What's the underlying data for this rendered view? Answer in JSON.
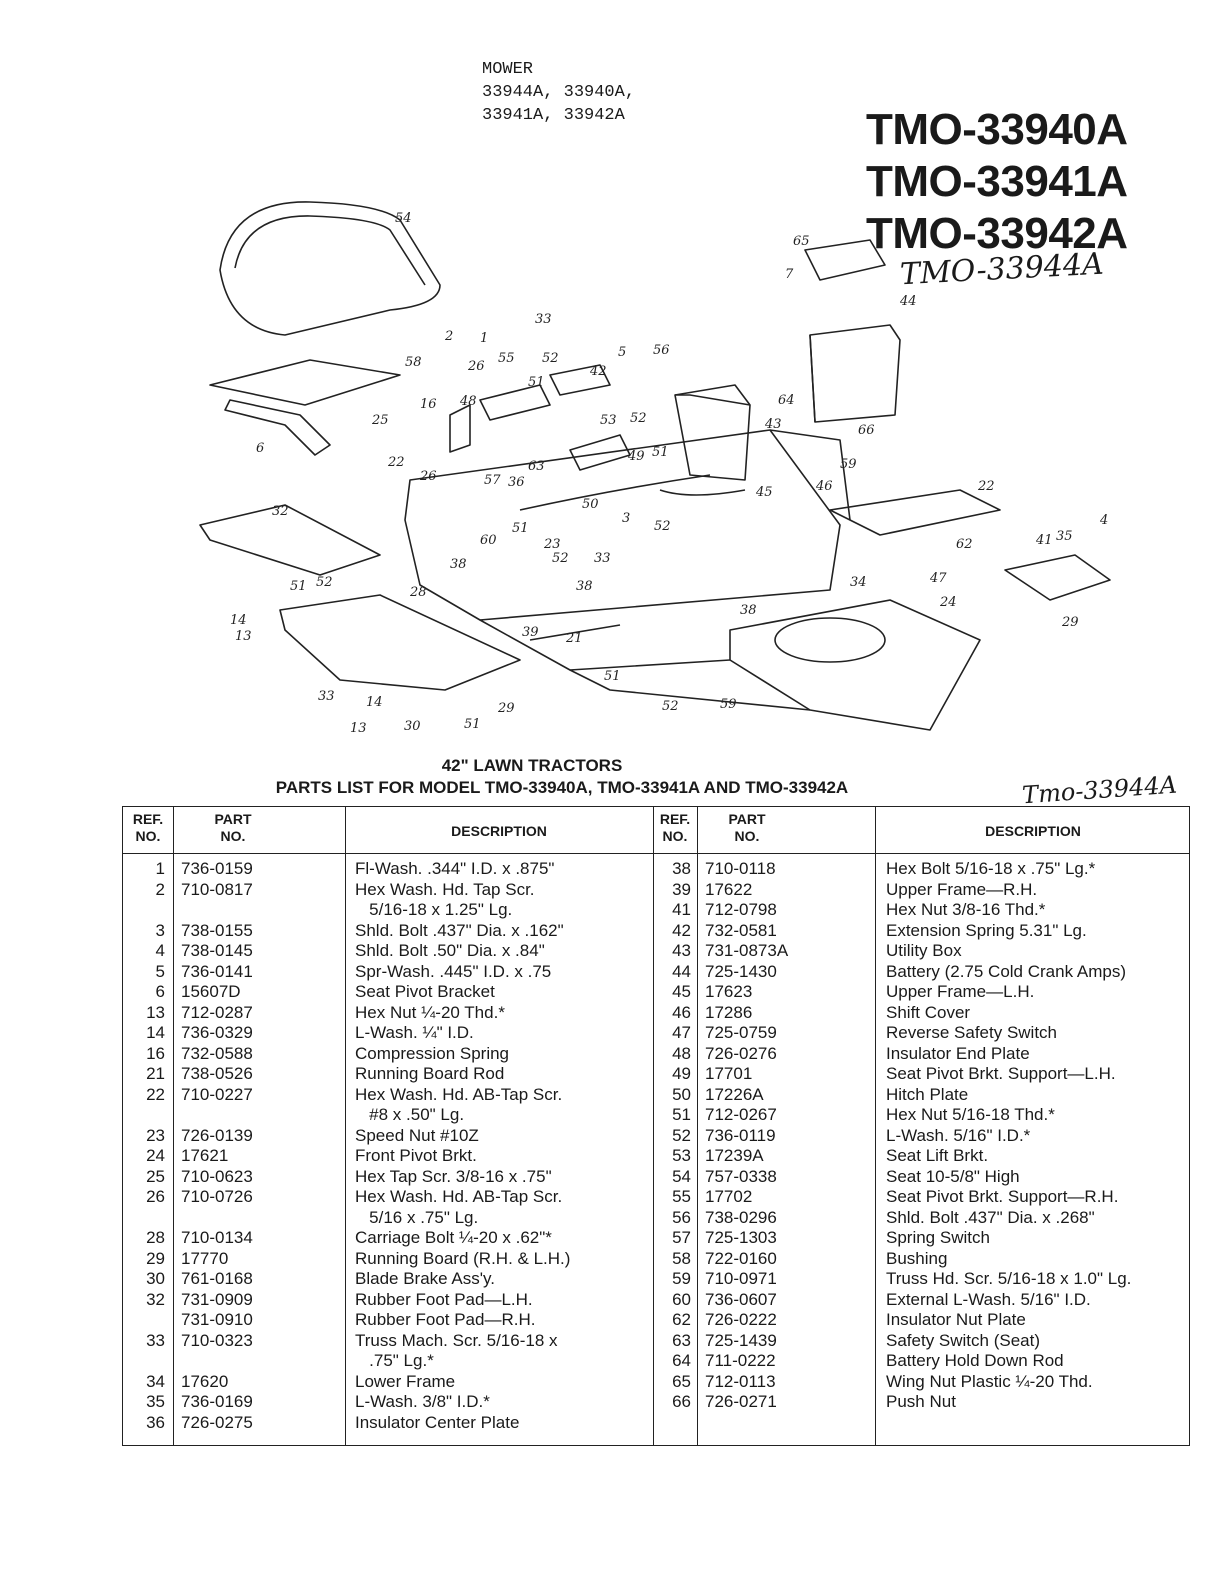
{
  "mower_header": [
    "MOWER",
    "33944A, 33940A,",
    "33941A, 33942A"
  ],
  "models": [
    "TMO-33940A",
    "TMO-33941A",
    "TMO-33942A"
  ],
  "handwritten_model": "TMO-33944A",
  "caption_line1": "42\" LAWN TRACTORS",
  "caption_line2": "PARTS LIST FOR MODEL TMO-33940A, TMO-33941A AND TMO-33942A",
  "caption_handwritten": "Tmo-33944A",
  "table_headers": {
    "ref": "REF.\nNO.",
    "part": "PART\nNO.",
    "description": "DESCRIPTION"
  },
  "left_rows": [
    {
      "ref": "1",
      "part": "736-0159",
      "desc": "Fl-Wash. .344\" I.D. x .875\""
    },
    {
      "ref": "2",
      "part": "710-0817",
      "desc": "Hex Wash. Hd. Tap Scr."
    },
    {
      "ref": "",
      "part": "",
      "desc": "   5/16-18 x 1.25\" Lg."
    },
    {
      "ref": "3",
      "part": "738-0155",
      "desc": "Shld. Bolt .437\" Dia. x .162\""
    },
    {
      "ref": "4",
      "part": "738-0145",
      "desc": "Shld. Bolt .50\" Dia. x .84\""
    },
    {
      "ref": "5",
      "part": "736-0141",
      "desc": "Spr-Wash. .445\" I.D. x .75"
    },
    {
      "ref": "6",
      "part": "15607D",
      "desc": "Seat Pivot Bracket"
    },
    {
      "ref": "13",
      "part": "712-0287",
      "desc": "Hex Nut ¼-20 Thd.*"
    },
    {
      "ref": "14",
      "part": "736-0329",
      "desc": "L-Wash. ¼\" I.D."
    },
    {
      "ref": "16",
      "part": "732-0588",
      "desc": "Compression Spring"
    },
    {
      "ref": "21",
      "part": "738-0526",
      "desc": "Running Board Rod"
    },
    {
      "ref": "22",
      "part": "710-0227",
      "desc": "Hex Wash. Hd. AB-Tap Scr."
    },
    {
      "ref": "",
      "part": "",
      "desc": "   #8 x .50\" Lg."
    },
    {
      "ref": "23",
      "part": "726-0139",
      "desc": "Speed Nut #10Z"
    },
    {
      "ref": "24",
      "part": "17621",
      "desc": "Front Pivot Brkt."
    },
    {
      "ref": "25",
      "part": "710-0623",
      "desc": "Hex Tap Scr. 3/8-16 x .75\""
    },
    {
      "ref": "26",
      "part": "710-0726",
      "desc": "Hex Wash. Hd. AB-Tap Scr."
    },
    {
      "ref": "",
      "part": "",
      "desc": "   5/16 x .75\" Lg."
    },
    {
      "ref": "28",
      "part": "710-0134",
      "desc": "Carriage Bolt ¼-20 x .62\"*"
    },
    {
      "ref": "29",
      "part": "17770",
      "desc": "Running Board (R.H. & L.H.)"
    },
    {
      "ref": "30",
      "part": "761-0168",
      "desc": "Blade Brake Ass'y."
    },
    {
      "ref": "32",
      "part": "731-0909",
      "desc": "Rubber Foot Pad—L.H."
    },
    {
      "ref": "",
      "part": "731-0910",
      "desc": "Rubber Foot Pad—R.H."
    },
    {
      "ref": "33",
      "part": "710-0323",
      "desc": "Truss Mach. Scr. 5/16-18 x"
    },
    {
      "ref": "",
      "part": "",
      "desc": "   .75\" Lg.*"
    },
    {
      "ref": "34",
      "part": "17620",
      "desc": "Lower Frame"
    },
    {
      "ref": "35",
      "part": "736-0169",
      "desc": "L-Wash. 3/8\" I.D.*"
    },
    {
      "ref": "36",
      "part": "726-0275",
      "desc": "Insulator Center Plate"
    }
  ],
  "right_rows": [
    {
      "ref": "38",
      "part": "710-0118",
      "desc": "Hex Bolt 5/16-18 x .75\" Lg.*"
    },
    {
      "ref": "39",
      "part": "17622",
      "desc": "Upper Frame—R.H."
    },
    {
      "ref": "41",
      "part": "712-0798",
      "desc": "Hex Nut 3/8-16 Thd.*"
    },
    {
      "ref": "42",
      "part": "732-0581",
      "desc": "Extension Spring 5.31\" Lg."
    },
    {
      "ref": "43",
      "part": "731-0873A",
      "desc": "Utility Box"
    },
    {
      "ref": "44",
      "part": "725-1430",
      "desc": "Battery (2.75 Cold Crank Amps)"
    },
    {
      "ref": "45",
      "part": "17623",
      "desc": "Upper Frame—L.H."
    },
    {
      "ref": "46",
      "part": "17286",
      "desc": "Shift Cover"
    },
    {
      "ref": "47",
      "part": "725-0759",
      "desc": "Reverse Safety Switch"
    },
    {
      "ref": "48",
      "part": "726-0276",
      "desc": "Insulator End Plate"
    },
    {
      "ref": "49",
      "part": "17701",
      "desc": "Seat Pivot Brkt. Support—L.H."
    },
    {
      "ref": "50",
      "part": "17226A",
      "desc": "Hitch Plate"
    },
    {
      "ref": "51",
      "part": "712-0267",
      "desc": "Hex Nut 5/16-18 Thd.*"
    },
    {
      "ref": "52",
      "part": "736-0119",
      "desc": "L-Wash. 5/16\" I.D.*"
    },
    {
      "ref": "53",
      "part": "17239A",
      "desc": "Seat Lift Brkt."
    },
    {
      "ref": "54",
      "part": "757-0338",
      "desc": "Seat 10-5/8\" High"
    },
    {
      "ref": "55",
      "part": "17702",
      "desc": "Seat Pivot Brkt. Support—R.H."
    },
    {
      "ref": "56",
      "part": "738-0296",
      "desc": "Shld. Bolt .437\" Dia. x .268\""
    },
    {
      "ref": "57",
      "part": "725-1303",
      "desc": "Spring Switch"
    },
    {
      "ref": "58",
      "part": "722-0160",
      "desc": "Bushing"
    },
    {
      "ref": "59",
      "part": "710-0971",
      "desc": "Truss Hd. Scr. 5/16-18 x 1.0\" Lg."
    },
    {
      "ref": "60",
      "part": "736-0607",
      "desc": "External L-Wash. 5/16\" I.D."
    },
    {
      "ref": "62",
      "part": "726-0222",
      "desc": "Insulator Nut Plate"
    },
    {
      "ref": "63",
      "part": "725-1439",
      "desc": "Safety Switch (Seat)"
    },
    {
      "ref": "64",
      "part": "711-0222",
      "desc": "Battery Hold Down Rod"
    },
    {
      "ref": "65",
      "part": "712-0113",
      "desc": "Wing Nut Plastic ¼-20 Thd."
    },
    {
      "ref": "66",
      "part": "726-0271",
      "desc": "Push Nut"
    }
  ],
  "callouts": [
    "54",
    "33",
    "2",
    "1",
    "58",
    "26",
    "55",
    "52",
    "5",
    "56",
    "42",
    "51",
    "16",
    "48",
    "53",
    "43",
    "65",
    "7",
    "44",
    "64",
    "66",
    "22",
    "26",
    "57",
    "36",
    "63",
    "49",
    "52",
    "51",
    "45",
    "46",
    "59",
    "22",
    "62",
    "47",
    "4",
    "41",
    "35",
    "29",
    "32",
    "38",
    "60",
    "23",
    "50",
    "3",
    "33",
    "52",
    "51",
    "52",
    "38",
    "39",
    "21",
    "28",
    "51",
    "52",
    "14",
    "13",
    "33",
    "14",
    "13",
    "30",
    "51",
    "29",
    "51",
    "52",
    "59",
    "38",
    "34",
    "24",
    "6",
    "25"
  ]
}
